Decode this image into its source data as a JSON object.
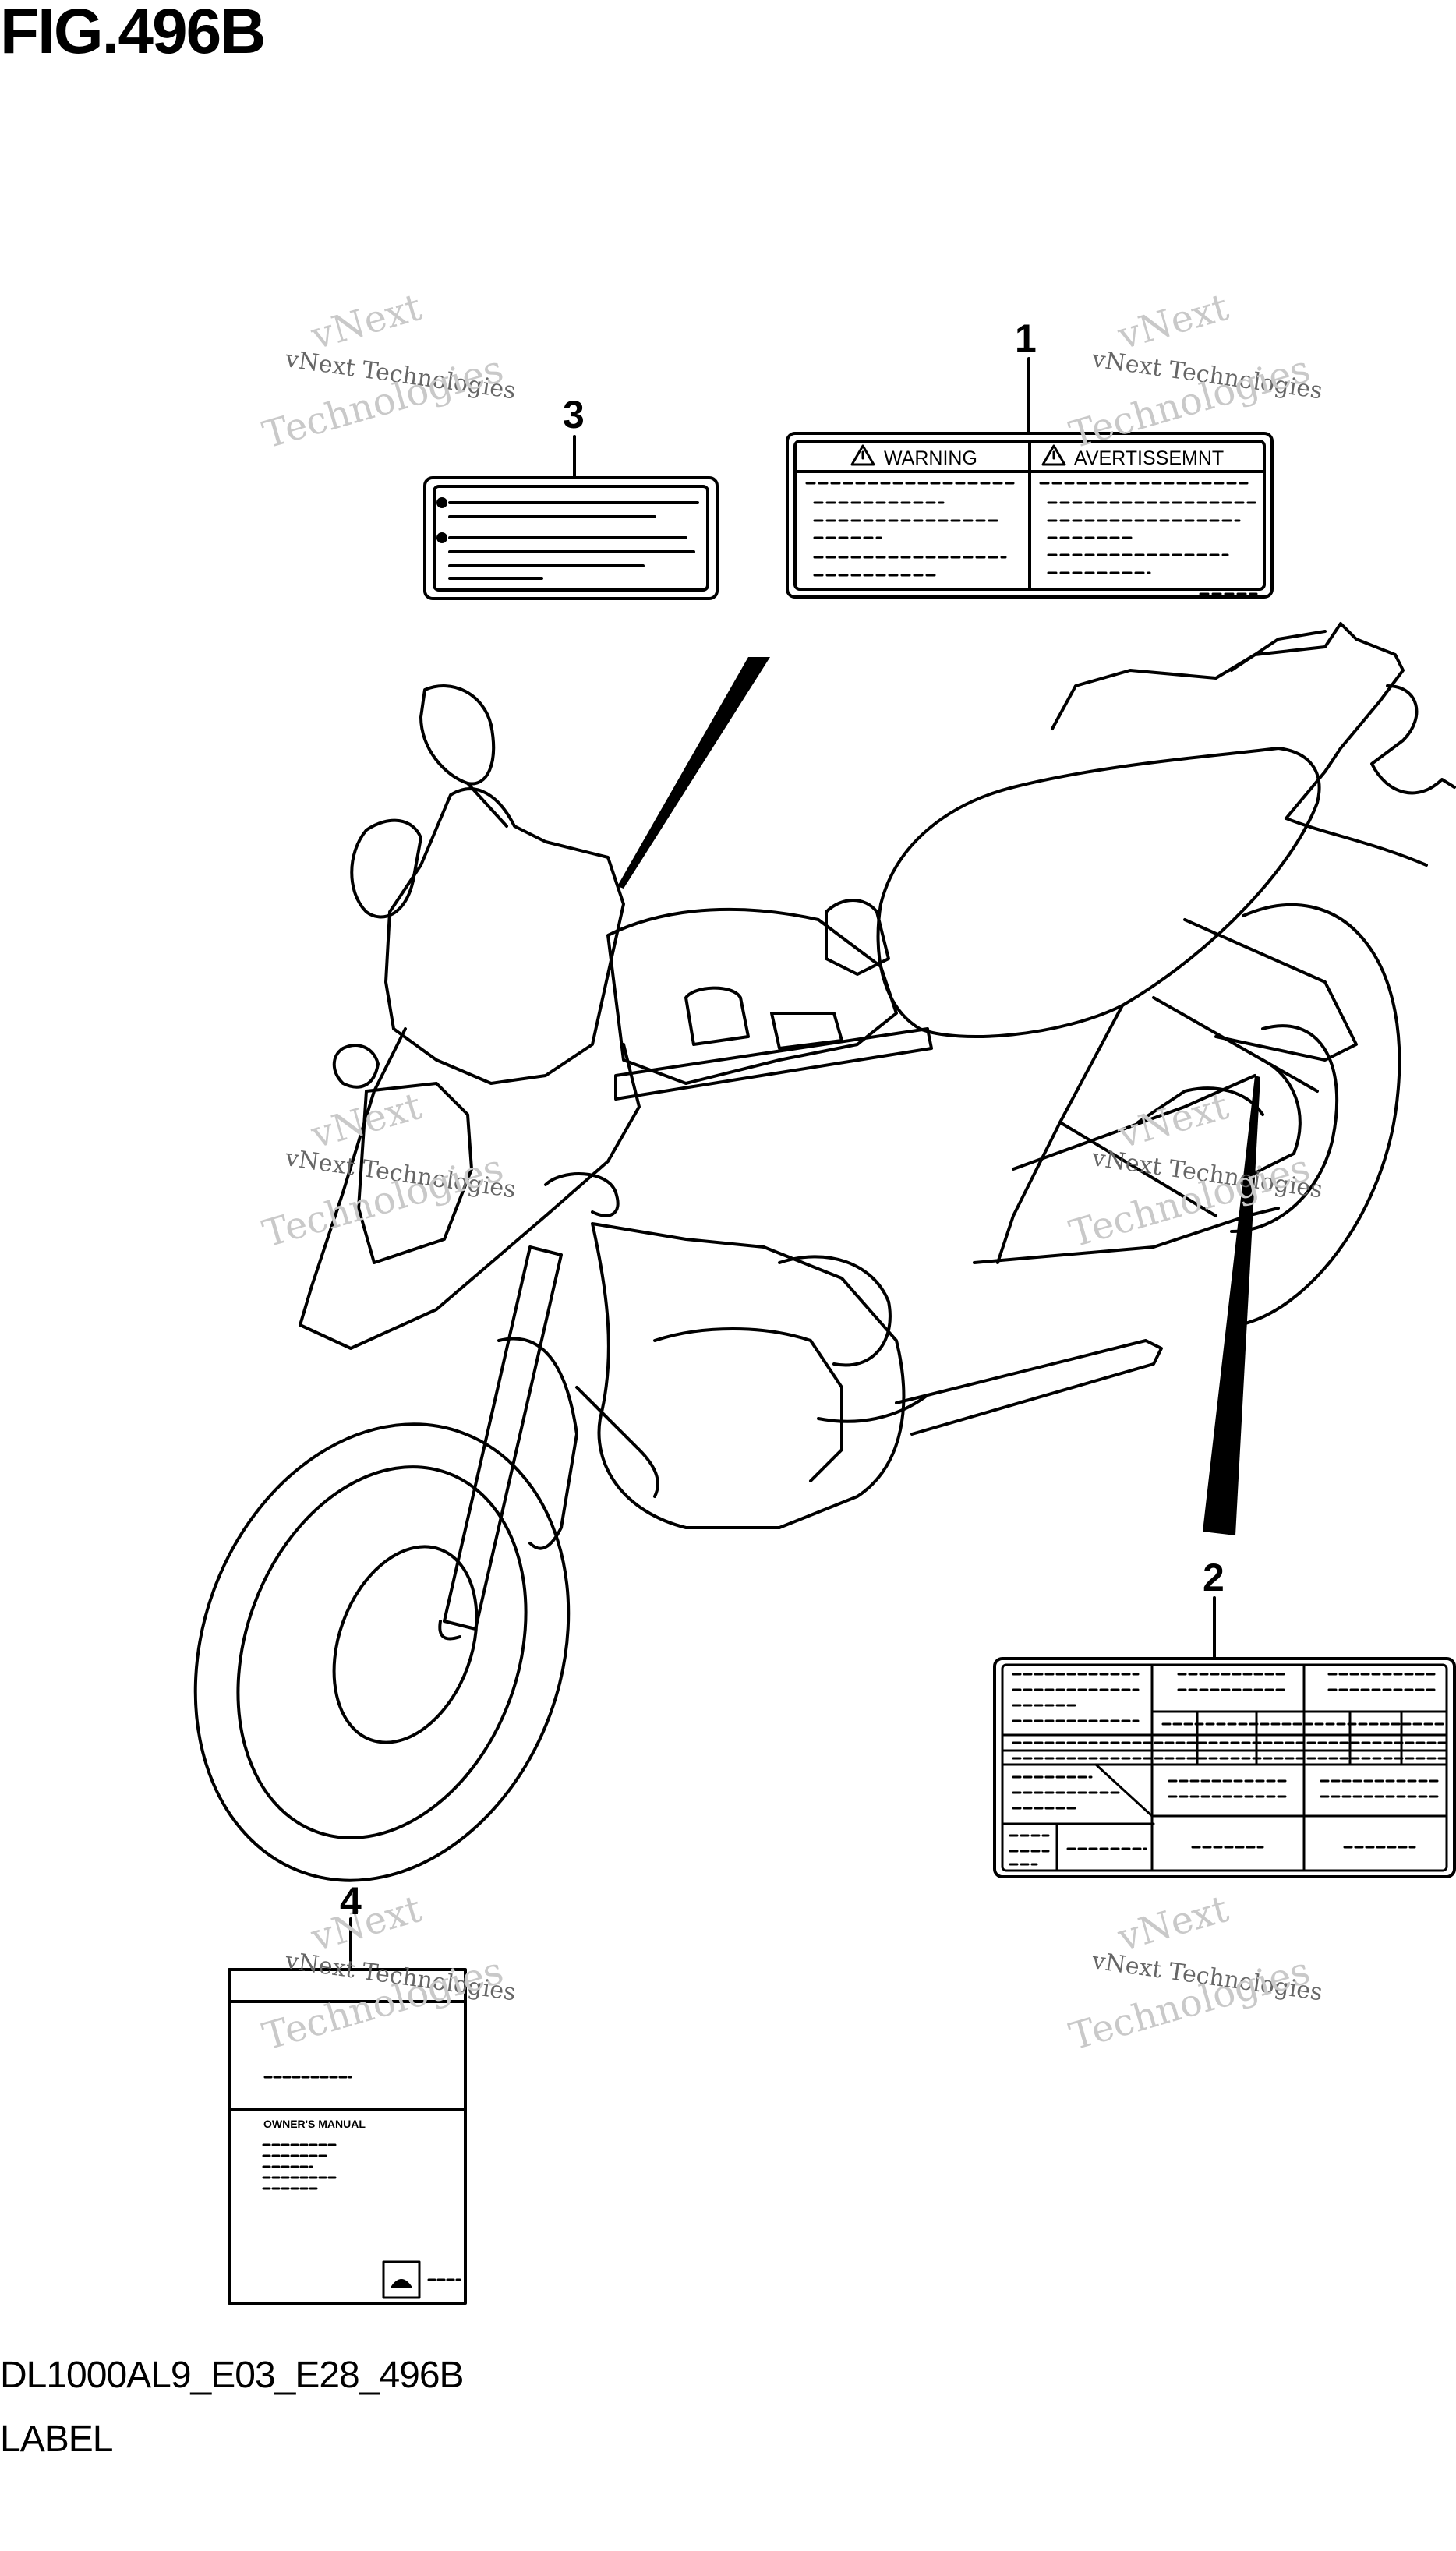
{
  "figure": {
    "title": "FIG.496B"
  },
  "footer": {
    "code": "DL1000AL9_E03_E28_496B",
    "name": "LABEL"
  },
  "callouts": [
    "1",
    "2",
    "3",
    "4"
  ],
  "label1": {
    "left_heading": "WARNING",
    "right_heading": "AVERTISSEMNT"
  },
  "label4": {
    "heading": "OWNER'S MANUAL"
  },
  "watermark": {
    "line1": "vNext Technologies",
    "line2a": "vNext",
    "line2b": "Technologies"
  }
}
